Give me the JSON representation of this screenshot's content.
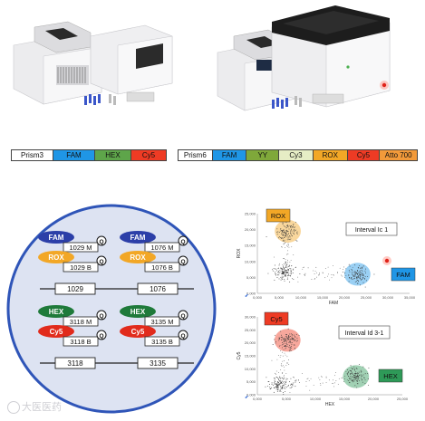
{
  "instrument_left": {
    "name": "Prism3",
    "channels": [
      {
        "label": "Prism3",
        "color": "#ffffff"
      },
      {
        "label": "FAM",
        "color": "#1f96e6"
      },
      {
        "label": "HEX",
        "color": "#5ea54a"
      },
      {
        "label": "Cy5",
        "color": "#ee3b24"
      }
    ]
  },
  "instrument_right": {
    "name": "Prism6",
    "channels": [
      {
        "label": "Prism6",
        "color": "#ffffff"
      },
      {
        "label": "FAM",
        "color": "#1f96e6"
      },
      {
        "label": "YY",
        "color": "#7fa83a"
      },
      {
        "label": "Cy3",
        "color": "#e6edc5"
      },
      {
        "label": "ROX",
        "color": "#f2a726"
      },
      {
        "label": "Cy5",
        "color": "#ee3b24"
      },
      {
        "label": "Atto 700",
        "color": "#f29a3a"
      }
    ]
  },
  "diagram": {
    "quencher": "Q",
    "group1": {
      "left": {
        "probe1": "FAM",
        "code1": "1029 M",
        "probe2": "ROX",
        "code2": "1029 B",
        "target": "1029"
      },
      "right": {
        "probe1": "FAM",
        "code1": "1076 M",
        "probe2": "ROX",
        "code2": "1076 B",
        "target": "1076"
      }
    },
    "group2": {
      "left": {
        "probe1": "HEX",
        "code1": "3118 M",
        "probe2": "Cy5",
        "code2": "3118 B",
        "target": "3118"
      },
      "right": {
        "probe1": "HEX",
        "code1": "3135 M",
        "probe2": "Cy5",
        "code2": "3135 B",
        "target": "3135"
      }
    },
    "colors": {
      "FAM": "#2c3fa8",
      "ROX": "#f2a726",
      "HEX": "#1f7a3a",
      "Cy5": "#e12b1c"
    }
  },
  "chart_data": [
    {
      "type": "scatter",
      "legend": "Interval Ic 1",
      "xlabel": "FAM",
      "ylabel": "ROX",
      "xlim": [
        0,
        35000
      ],
      "ylim": [
        0,
        25000
      ],
      "x_ticks": [
        "0,000",
        "5,000",
        "10,000",
        "15,000",
        "20,000",
        "25,000",
        "30,000",
        "35,000"
      ],
      "y_ticks": [
        "0,000",
        "5,000",
        "10,000",
        "15,000",
        "20,000",
        "25,000"
      ],
      "clusters": [
        {
          "name": "ROX",
          "color": "#f2a726",
          "cx": 7000,
          "cy": 19500
        },
        {
          "name": "FAM",
          "color": "#1f96e6",
          "cx": 23000,
          "cy": 6000
        },
        {
          "name": "",
          "color": "#555555",
          "cx": 6000,
          "cy": 6500
        }
      ]
    },
    {
      "type": "scatter",
      "legend": "Interval Id 3-1",
      "xlabel": "HEX",
      "ylabel": "Cy5",
      "xlim": [
        0,
        25000
      ],
      "ylim": [
        0,
        30000
      ],
      "x_ticks": [
        "0,000",
        "5,000",
        "10,000",
        "15,000",
        "20,000",
        "25,000"
      ],
      "y_ticks": [
        "0,000",
        "5,000",
        "10,000",
        "15,000",
        "20,000",
        "25,000",
        "30,000"
      ],
      "clusters": [
        {
          "name": "Cy5",
          "color": "#ee3b24",
          "cx": 5200,
          "cy": 21000
        },
        {
          "name": "HEX",
          "color": "#2e9a58",
          "cx": 17000,
          "cy": 7000
        },
        {
          "name": "",
          "color": "#555555",
          "cx": 3800,
          "cy": 4000
        }
      ]
    }
  ],
  "watermark": "大医医药"
}
